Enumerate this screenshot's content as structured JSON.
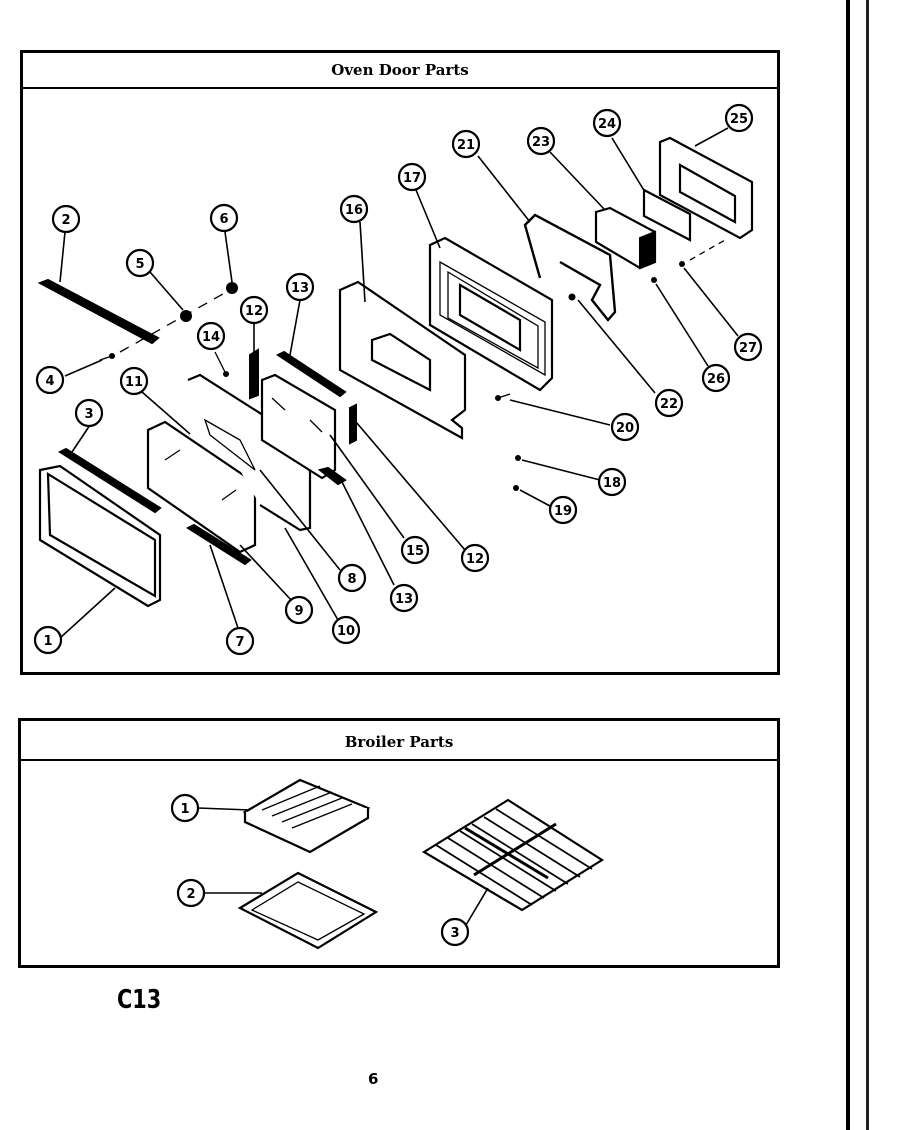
{
  "oven_door": {
    "title": "Oven Door Parts",
    "callouts": [
      "1",
      "2",
      "3",
      "4",
      "5",
      "6",
      "7",
      "8",
      "9",
      "10",
      "11",
      "12",
      "12",
      "13",
      "13",
      "14",
      "15",
      "16",
      "17",
      "18",
      "19",
      "20",
      "21",
      "22",
      "23",
      "24",
      "25",
      "26",
      "27"
    ]
  },
  "broiler": {
    "title": "Broiler Parts",
    "callouts": [
      "1",
      "2",
      "3"
    ]
  },
  "section_code": "C13",
  "page_number": "6"
}
